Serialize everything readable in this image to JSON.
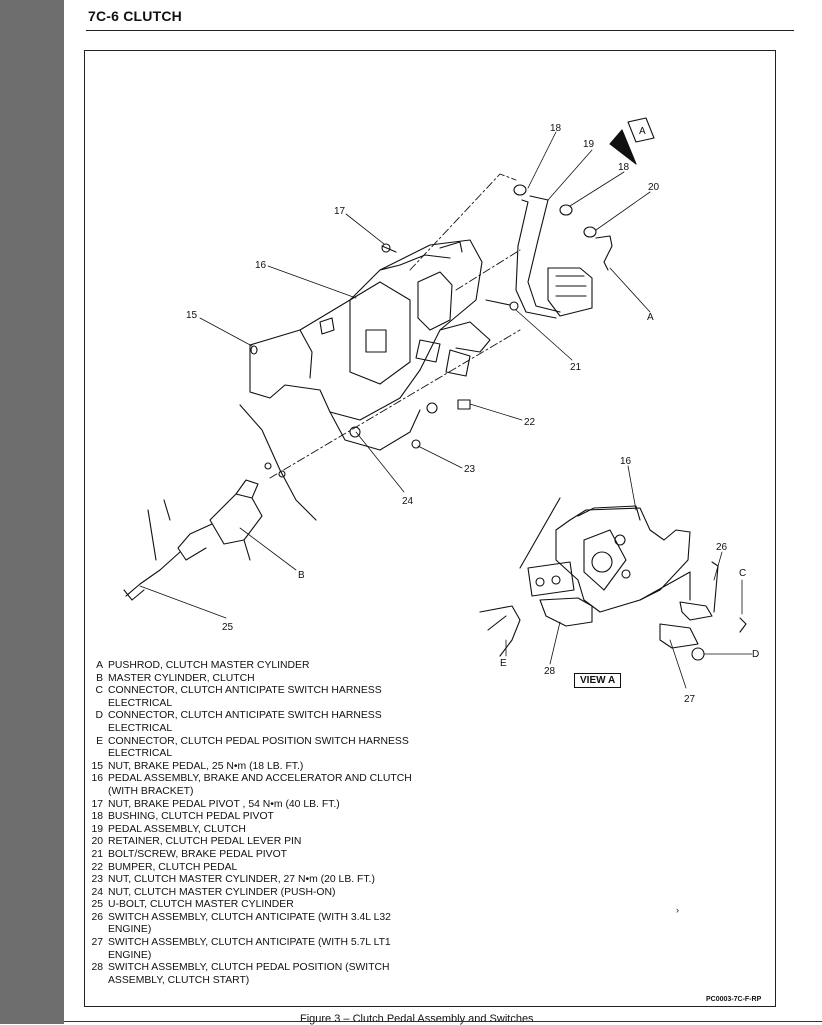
{
  "header": {
    "title": "7C-6  CLUTCH"
  },
  "view_label": "VIEW A",
  "callouts": {
    "n18a": "18",
    "n19": "19",
    "n18b": "18",
    "n20": "20",
    "n17": "17",
    "n16": "16",
    "n15": "15",
    "n21": "21",
    "n22": "22",
    "n23": "23",
    "n24": "24",
    "nB": "B",
    "n25": "25",
    "nA": "A",
    "arrowA": "A",
    "v16": "16",
    "v26": "26",
    "vC": "C",
    "vD": "D",
    "vE": "E",
    "v28": "28",
    "v27": "27"
  },
  "legend": [
    {
      "key": "A",
      "text": "PUSHROD, CLUTCH MASTER CYLINDER"
    },
    {
      "key": "B",
      "text": "MASTER CYLINDER, CLUTCH"
    },
    {
      "key": "C",
      "text": "CONNECTOR, CLUTCH ANTICIPATE SWITCH HARNESS ELECTRICAL"
    },
    {
      "key": "D",
      "text": "CONNECTOR, CLUTCH ANTICIPATE SWITCH HARNESS ELECTRICAL"
    },
    {
      "key": "E",
      "text": "CONNECTOR, CLUTCH PEDAL POSITION SWITCH HARNESS ELECTRICAL"
    },
    {
      "key": "15",
      "text": "NUT, BRAKE PEDAL, 25 N•m (18 LB. FT.)"
    },
    {
      "key": "16",
      "text": "PEDAL ASSEMBLY, BRAKE AND ACCELERATOR AND CLUTCH (WITH BRACKET)"
    },
    {
      "key": "17",
      "text": "NUT, BRAKE PEDAL PIVOT , 54 N•m (40 LB. FT.)"
    },
    {
      "key": "18",
      "text": "BUSHING, CLUTCH PEDAL PIVOT"
    },
    {
      "key": "19",
      "text": "PEDAL ASSEMBLY, CLUTCH"
    },
    {
      "key": "20",
      "text": "RETAINER, CLUTCH PEDAL LEVER PIN"
    },
    {
      "key": "21",
      "text": "BOLT/SCREW, BRAKE PEDAL PIVOT"
    },
    {
      "key": "22",
      "text": "BUMPER, CLUTCH PEDAL"
    },
    {
      "key": "23",
      "text": "NUT, CLUTCH MASTER CYLINDER, 27 N•m (20 LB. FT.)"
    },
    {
      "key": "24",
      "text": "NUT, CLUTCH MASTER CYLINDER (PUSH-ON)"
    },
    {
      "key": "25",
      "text": "U-BOLT, CLUTCH MASTER CYLINDER"
    },
    {
      "key": "26",
      "text": "SWITCH ASSEMBLY, CLUTCH ANTICIPATE (WITH 3.4L L32 ENGINE)"
    },
    {
      "key": "27",
      "text": "SWITCH ASSEMBLY, CLUTCH ANTICIPATE (WITH 5.7L LT1 ENGINE)"
    },
    {
      "key": "28",
      "text": "SWITCH ASSEMBLY, CLUTCH PEDAL POSITION (SWITCH ASSEMBLY, CLUTCH START)"
    }
  ],
  "figure_code": "PC0003-7C-F-RP",
  "caption": "Figure 3 – Clutch Pedal Assembly and Switches",
  "stray_mark": "›"
}
